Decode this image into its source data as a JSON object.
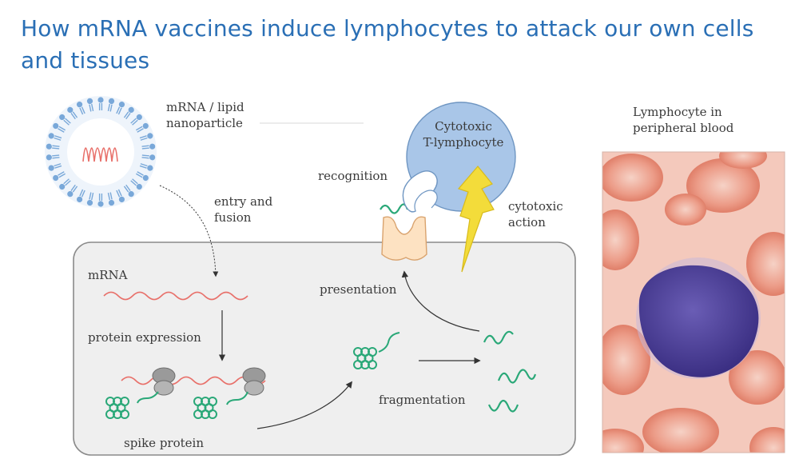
{
  "slide": {
    "title": "How mRNA vaccines induce lymphocytes to attack our own cells and tissues"
  },
  "diagram": {
    "nanoparticle_label_line1": "mRNA / lipid",
    "nanoparticle_label_line2": "nanoparticle",
    "entry_label_line1": "entry and",
    "entry_label_line2": "fusion",
    "mrna_label": "mRNA",
    "protein_expression_label": "protein expression",
    "spike_protein_label": "spike protein",
    "fragmentation_label": "fragmentation",
    "presentation_label": "presentation",
    "recognition_label": "recognition",
    "tcell_label_line1": "Cytotoxic",
    "tcell_label_line2": "T-lymphocyte",
    "cytotoxic_label_line1": "cytotoxic",
    "cytotoxic_label_line2": "action"
  },
  "micrograph": {
    "label_line1": "Lymphocyte in",
    "label_line2": "peripheral blood"
  },
  "colors": {
    "title": "#2a6fb5",
    "cell_fill": "#efefef",
    "mrna": "#e8706a",
    "protein": "#2aa878",
    "tcell": "#a9c6e8",
    "bolt": "#f3dc3a",
    "blood_bg": "#f4c9bc",
    "nucleus": "#4c3f9a"
  }
}
